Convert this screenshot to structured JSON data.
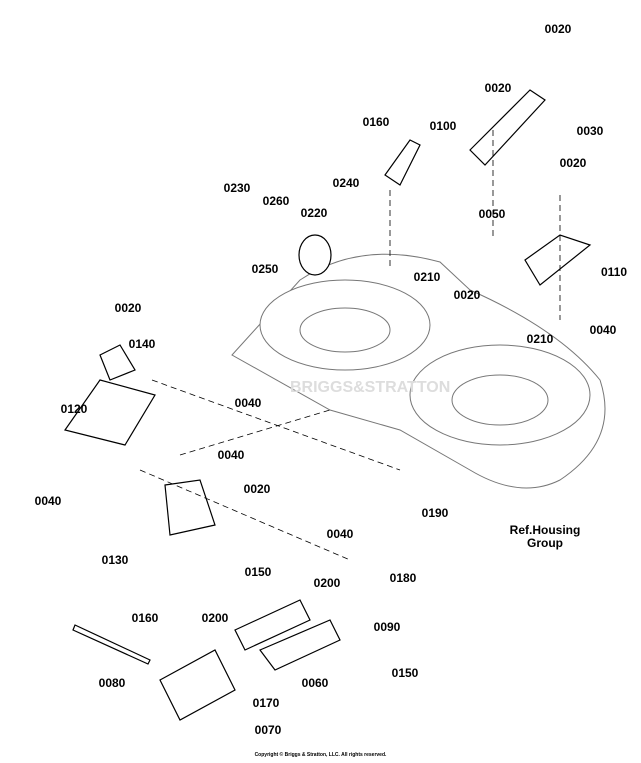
{
  "callouts": [
    "0020",
    "0020",
    "0030",
    "0160",
    "0100",
    "0020",
    "0230",
    "0260",
    "0240",
    "0220",
    "0250",
    "0050",
    "0210",
    "0020",
    "0110",
    "0040",
    "0210",
    "0020",
    "0140",
    "0120",
    "0040",
    "0040",
    "0020",
    "0040",
    "0040",
    "0190",
    "0130",
    "0150",
    "0200",
    "0180",
    "0160",
    "0200",
    "0090",
    "0150",
    "0060",
    "0080",
    "0170",
    "0070"
  ],
  "reference": {
    "line1": "Ref.Housing",
    "line2": "Group"
  },
  "watermark": "BRIGGS&STRATTON",
  "copyright": "Copyright © Briggs & Stratton, LLC. All rights reserved."
}
